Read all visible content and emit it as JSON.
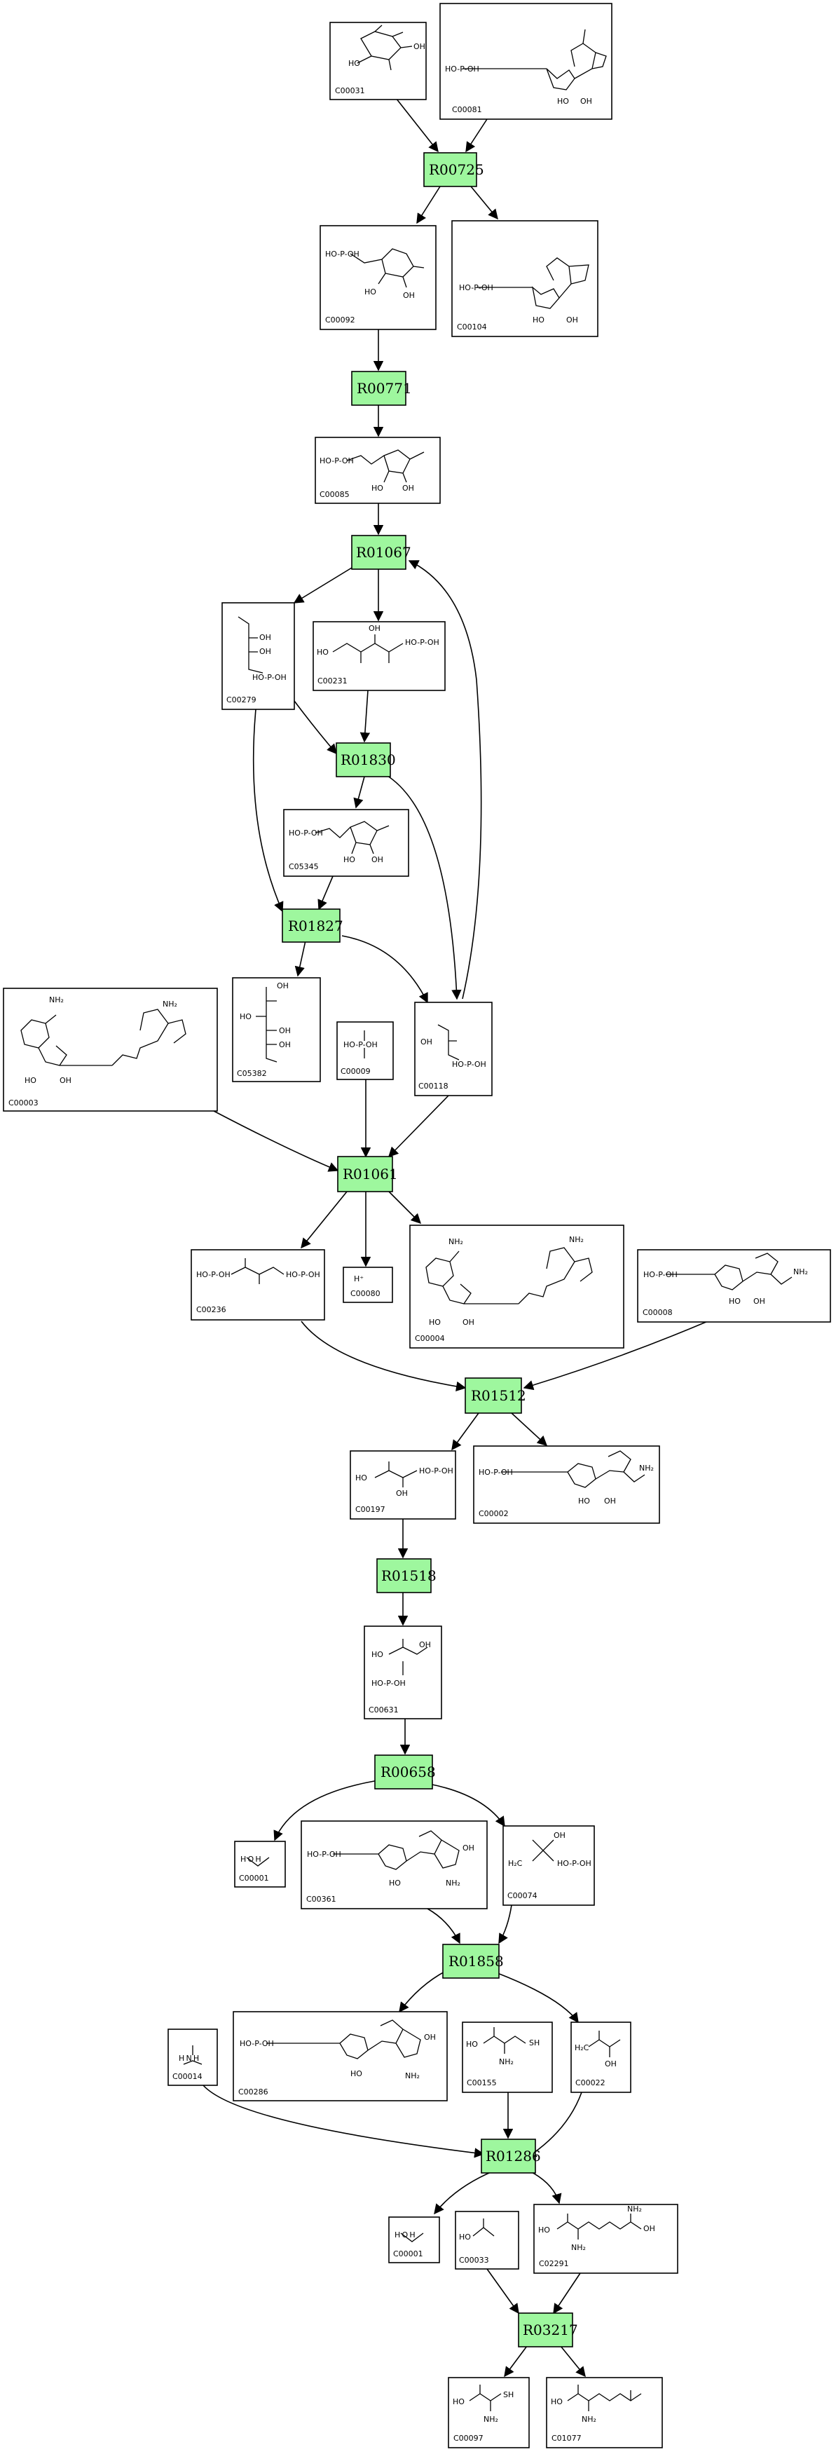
{
  "compounds": [
    {
      "id": "C00031",
      "label": "C00031"
    },
    {
      "id": "C00081",
      "label": "C00081"
    },
    {
      "id": "C00092",
      "label": "C00092"
    },
    {
      "id": "C00104",
      "label": "C00104"
    },
    {
      "id": "C00085",
      "label": "C00085"
    },
    {
      "id": "C00279",
      "label": "C00279"
    },
    {
      "id": "C00231",
      "label": "C00231"
    },
    {
      "id": "C05345",
      "label": "C05345"
    },
    {
      "id": "C00003",
      "label": "C00003"
    },
    {
      "id": "C05382",
      "label": "C05382"
    },
    {
      "id": "C00009",
      "label": "C00009"
    },
    {
      "id": "C00118",
      "label": "C00118"
    },
    {
      "id": "C00236",
      "label": "C00236"
    },
    {
      "id": "C00080",
      "label": "C00080"
    },
    {
      "id": "C00004",
      "label": "C00004"
    },
    {
      "id": "C00008",
      "label": "C00008"
    },
    {
      "id": "C00197",
      "label": "C00197"
    },
    {
      "id": "C00002",
      "label": "C00002"
    },
    {
      "id": "C00631",
      "label": "C00631"
    },
    {
      "id": "C00001a",
      "label": "C00001"
    },
    {
      "id": "C00361",
      "label": "C00361"
    },
    {
      "id": "C00074",
      "label": "C00074"
    },
    {
      "id": "C00014",
      "label": "C00014"
    },
    {
      "id": "C00286",
      "label": "C00286"
    },
    {
      "id": "C00155",
      "label": "C00155"
    },
    {
      "id": "C00022",
      "label": "C00022"
    },
    {
      "id": "C00001b",
      "label": "C00001"
    },
    {
      "id": "C00033",
      "label": "C00033"
    },
    {
      "id": "C02291",
      "label": "C02291"
    },
    {
      "id": "C00097",
      "label": "C00097"
    },
    {
      "id": "C01077",
      "label": "C01077"
    }
  ],
  "reactions": [
    {
      "id": "R00725",
      "label": "R00725"
    },
    {
      "id": "R00771",
      "label": "R00771"
    },
    {
      "id": "R01067",
      "label": "R01067"
    },
    {
      "id": "R01830",
      "label": "R01830"
    },
    {
      "id": "R01827",
      "label": "R01827"
    },
    {
      "id": "R01061",
      "label": "R01061"
    },
    {
      "id": "R01512",
      "label": "R01512"
    },
    {
      "id": "R01518",
      "label": "R01518"
    },
    {
      "id": "R00658",
      "label": "R00658"
    },
    {
      "id": "R01858",
      "label": "R01858"
    },
    {
      "id": "R01286",
      "label": "R01286"
    },
    {
      "id": "R03217",
      "label": "R03217"
    }
  ],
  "structure_text": {
    "h_plus": "H⁺",
    "water": "H O H",
    "ammonia": "H N H",
    "phosphate": "HO-P-OH",
    "nh2": "NH₂",
    "oh": "OH",
    "ho": "HO",
    "h2c": "H₂C",
    "sh": "SH"
  },
  "colors": {
    "reaction_fill": "#9ef79e",
    "stroke": "#000000",
    "background": "#ffffff"
  }
}
